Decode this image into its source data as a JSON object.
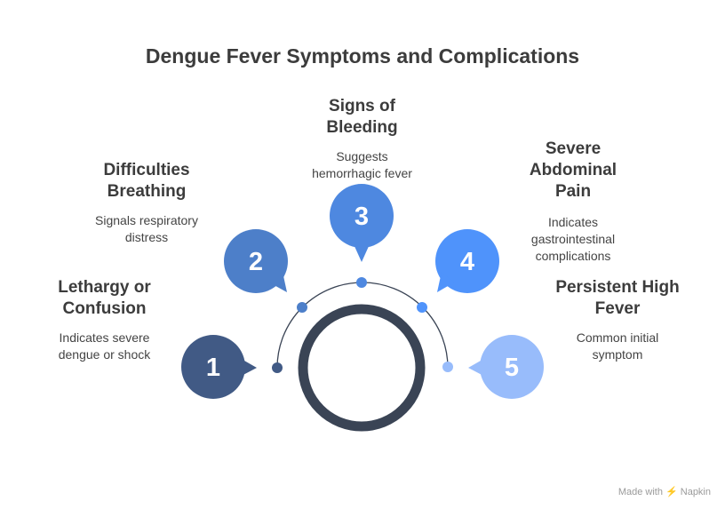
{
  "title": "Dengue Fever Symptoms and Complications",
  "items": [
    {
      "num": "1",
      "heading_l1": "Lethargy or",
      "heading_l2": "Confusion",
      "desc_l1": "Indicates severe",
      "desc_l2": "dengue or shock",
      "color": "#415a85"
    },
    {
      "num": "2",
      "heading_l1": "Difficulties",
      "heading_l2": "Breathing",
      "desc_l1": "Signals respiratory",
      "desc_l2": "distress",
      "color": "#4d7fc9"
    },
    {
      "num": "3",
      "heading_l1": "Signs of",
      "heading_l2": "Bleeding",
      "desc_l1": "Suggests",
      "desc_l2": "hemorrhagic fever",
      "color": "#4e88e0"
    },
    {
      "num": "4",
      "heading_l1": "Severe",
      "heading_l2": "Abdominal",
      "heading_l3": "Pain",
      "desc_l1": "Indicates",
      "desc_l2": "gastrointestinal",
      "desc_l3": "complications",
      "color": "#4f93fb"
    },
    {
      "num": "5",
      "heading_l1": "Persistent High",
      "heading_l2": "Fever",
      "desc_l1": "Common initial",
      "desc_l2": "symptom",
      "color": "#98bcfb"
    }
  ],
  "footer": "Made with ⚡ Napkin"
}
